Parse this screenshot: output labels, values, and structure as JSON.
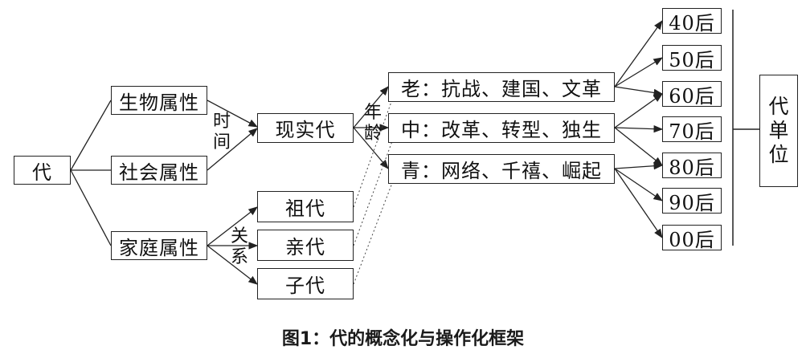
{
  "diagram": {
    "root": "代",
    "attributes": [
      "生物属性",
      "社会属性",
      "家庭属性"
    ],
    "time_label": "时间",
    "reality_generation": "现实代",
    "family_generations": [
      "祖代",
      "亲代",
      "子代"
    ],
    "relation_label": "关系",
    "age_label": "年龄",
    "age_groups": [
      "老：抗战、建国、文革",
      "中：改革、转型、独生",
      "青：网络、千禧、崛起"
    ],
    "cohorts": [
      "40后",
      "50后",
      "60后",
      "70后",
      "80后",
      "90后",
      "00后"
    ],
    "generation_unit": "代单位"
  },
  "caption": "图1：代的概念化与操作化框架"
}
